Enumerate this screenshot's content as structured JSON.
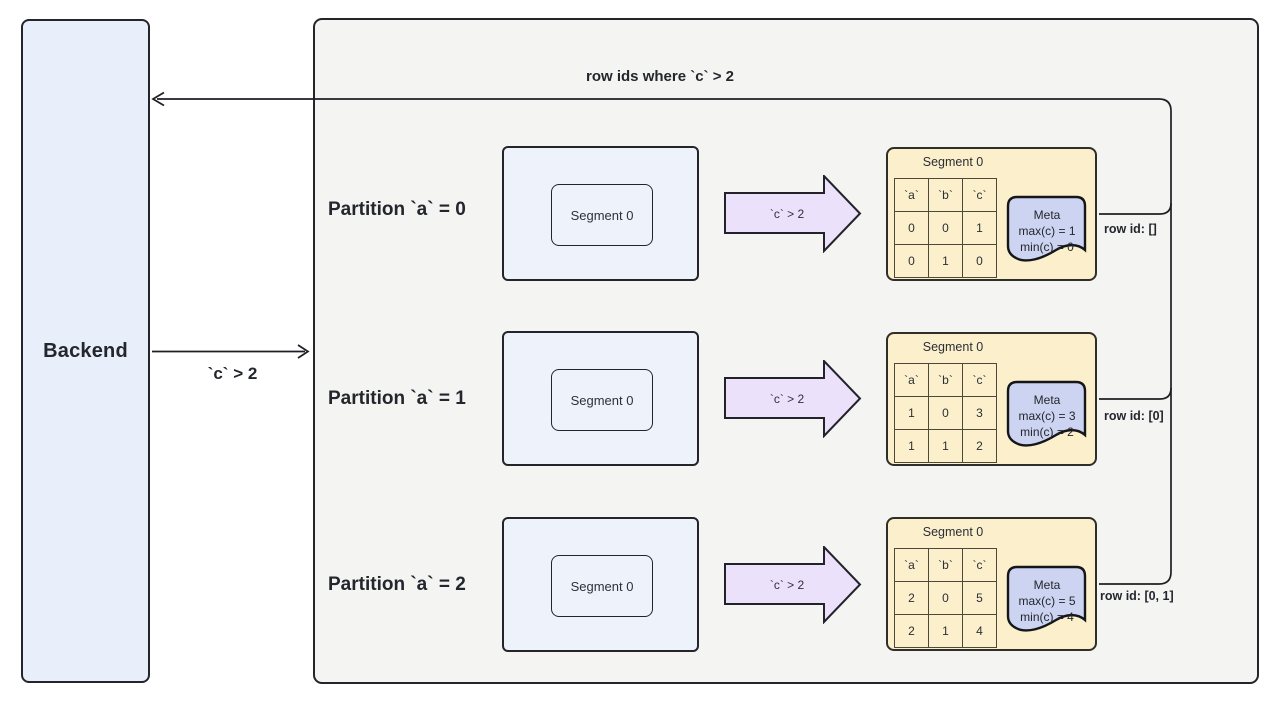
{
  "backend": {
    "label": "Backend"
  },
  "arrows": {
    "query_label": "`c` > 2",
    "response_label": "row ids where `c` > 2"
  },
  "rows": [
    {
      "partition_label": "Partition `a` = 0",
      "segment_label": "Segment 0",
      "filter_label": "`c` > 2",
      "result": {
        "title": "Segment 0",
        "table": {
          "headers": [
            "`a`",
            "`b`",
            "`c`"
          ],
          "rows": [
            [
              "0",
              "0",
              "1"
            ],
            [
              "0",
              "1",
              "0"
            ]
          ]
        },
        "meta": {
          "title": "Meta",
          "lines": [
            "max(c) = 1",
            "min(c) = 0"
          ]
        }
      },
      "row_id_label": "row id: []"
    },
    {
      "partition_label": "Partition `a` = 1",
      "segment_label": "Segment 0",
      "filter_label": "`c` > 2",
      "result": {
        "title": "Segment 0",
        "table": {
          "headers": [
            "`a`",
            "`b`",
            "`c`"
          ],
          "rows": [
            [
              "1",
              "0",
              "3"
            ],
            [
              "1",
              "1",
              "2"
            ]
          ]
        },
        "meta": {
          "title": "Meta",
          "lines": [
            "max(c) = 3",
            "min(c) = 2"
          ]
        }
      },
      "row_id_label": "row id: [0]"
    },
    {
      "partition_label": "Partition `a` = 2",
      "segment_label": "Segment 0",
      "filter_label": "`c` > 2",
      "result": {
        "title": "Segment 0",
        "table": {
          "headers": [
            "`a`",
            "`b`",
            "`c`"
          ],
          "rows": [
            [
              "2",
              "0",
              "5"
            ],
            [
              "2",
              "1",
              "4"
            ]
          ]
        },
        "meta": {
          "title": "Meta",
          "lines": [
            "max(c) = 5",
            "min(c) = 4"
          ]
        }
      },
      "row_id_label": "row id: [0, 1]"
    }
  ],
  "colors": {
    "backend_fill": "#e9effa",
    "engine_fill": "#f4f4f3",
    "segment_fill": "#edf2fb",
    "result_fill": "#fcf0cc",
    "meta_fill": "#ccd4f2",
    "filter_arrow_fill": "#ebe1fa",
    "line": "#1d1f24"
  }
}
